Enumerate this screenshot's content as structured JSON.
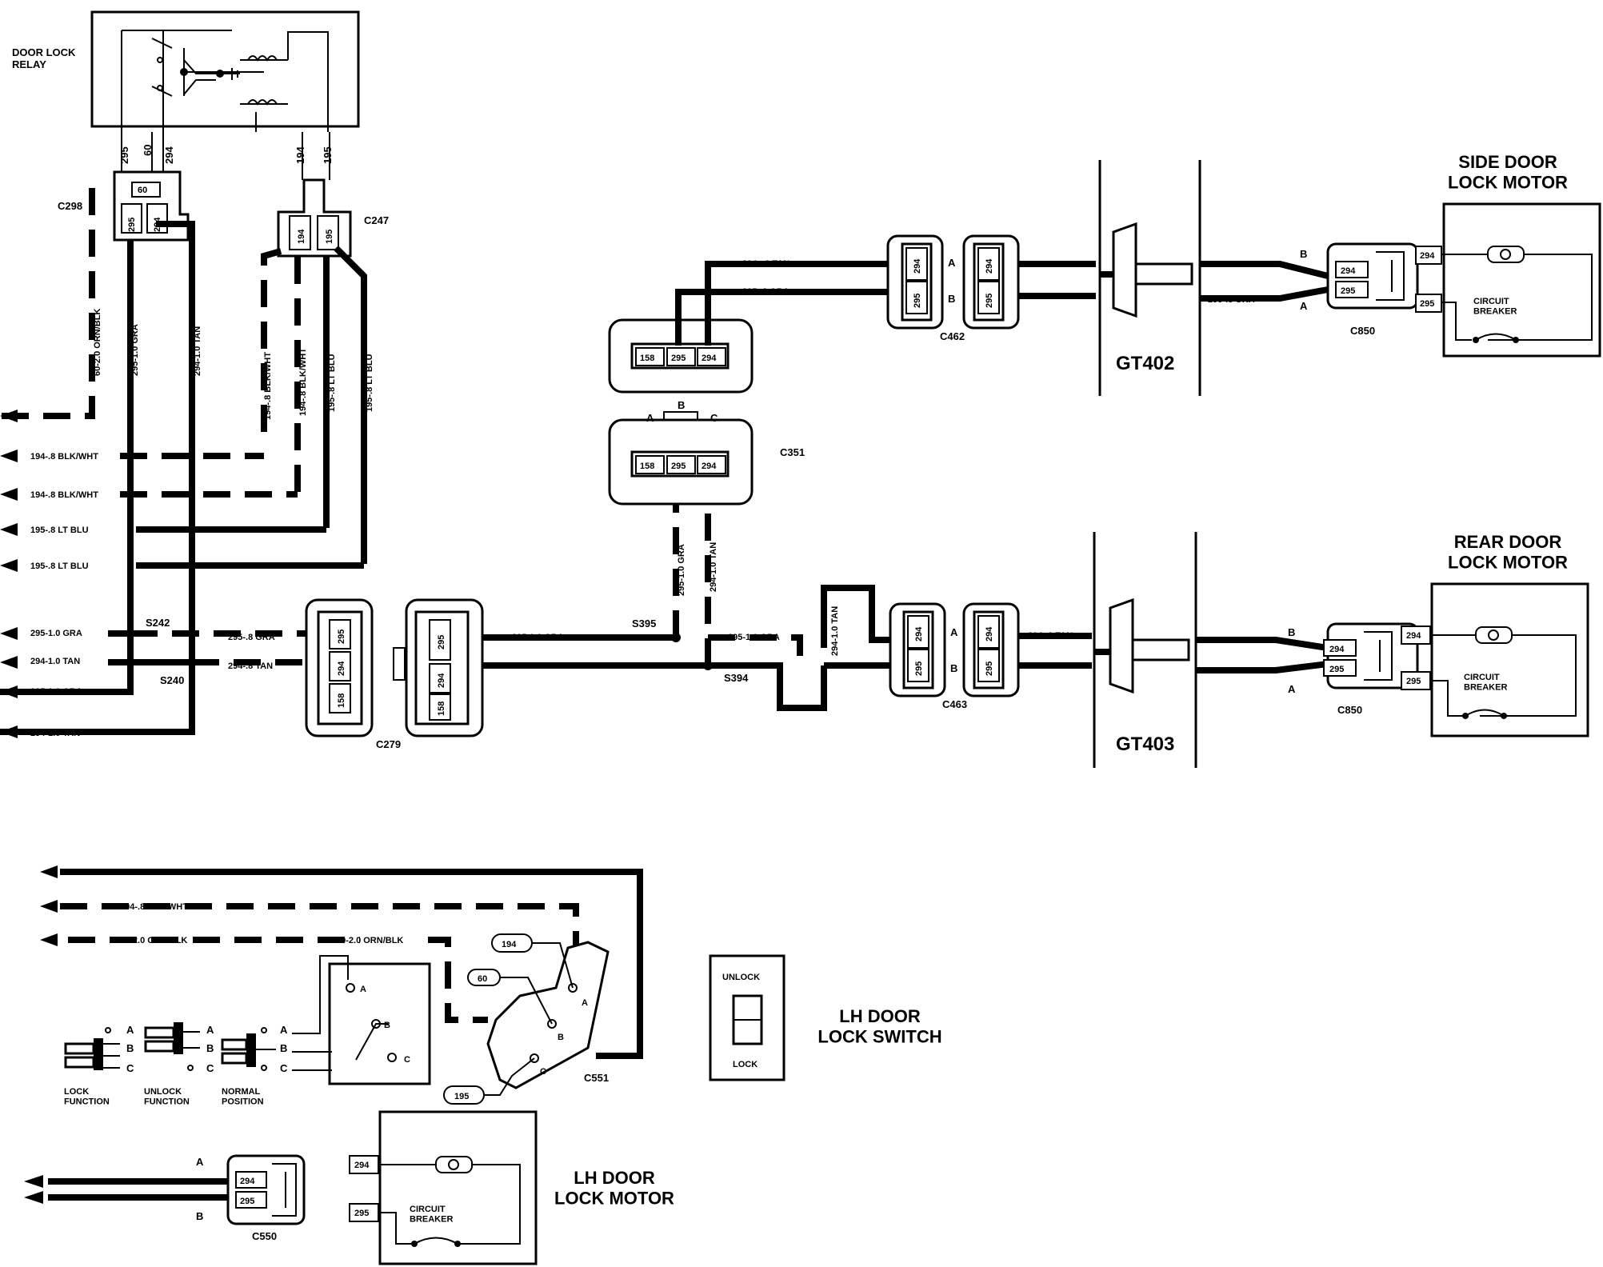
{
  "components": {
    "door_lock_relay": "DOOR LOCK\nRELAY",
    "side_door_motor": "SIDE DOOR\nLOCK MOTOR",
    "rear_door_motor": "REAR DOOR\nLOCK MOTOR",
    "lh_door_switch": "LH DOOR\nLOCK SWITCH",
    "lh_door_motor": "LH DOOR\nLOCK MOTOR",
    "gt402": "GT402",
    "gt403": "GT403",
    "circuit_breaker": "CIRCUIT\nBREAKER",
    "switch_unlock": "UNLOCK",
    "switch_lock": "LOCK"
  },
  "connectors": {
    "c298": "C298",
    "c247": "C247",
    "c462": "C462",
    "c850_side": "C850",
    "c351": "C351",
    "c279": "C279",
    "c463": "C463",
    "c850_rear": "C850",
    "c551": "C551",
    "c550": "C550"
  },
  "splices": {
    "s242": "S242",
    "s240": "S240",
    "s395": "S395",
    "s394": "S394"
  },
  "pins": {
    "p60": "60",
    "p294": "294",
    "p295": "295",
    "p194": "194",
    "p195": "195",
    "p158": "158",
    "a": "A",
    "b": "B",
    "c": "C"
  },
  "wire_labels": {
    "w295_1_gra": "295-1.0 GRA",
    "w294_1_tan": "294-1.0 TAN",
    "w295_8_gra": "295-.8 GRA",
    "w294_8_tan": "294-.8 TAN",
    "w294_8_tan_alt": "294-..8 TAN",
    "w194_8_blkwht": "194-.8 BLK/WHT",
    "w195_8_ltblu": "195-.8 LT BLU",
    "w60_2_ornblk": "60-2.0 ORN/BLK"
  },
  "switch_positions": {
    "lock": "LOCK\nFUNCTION",
    "unlock": "UNLOCK\nFUNCTION",
    "normal": "NORMAL\nPOSITION"
  },
  "relay_wire_numbers": [
    "295",
    "60",
    "294",
    "194",
    "195"
  ]
}
